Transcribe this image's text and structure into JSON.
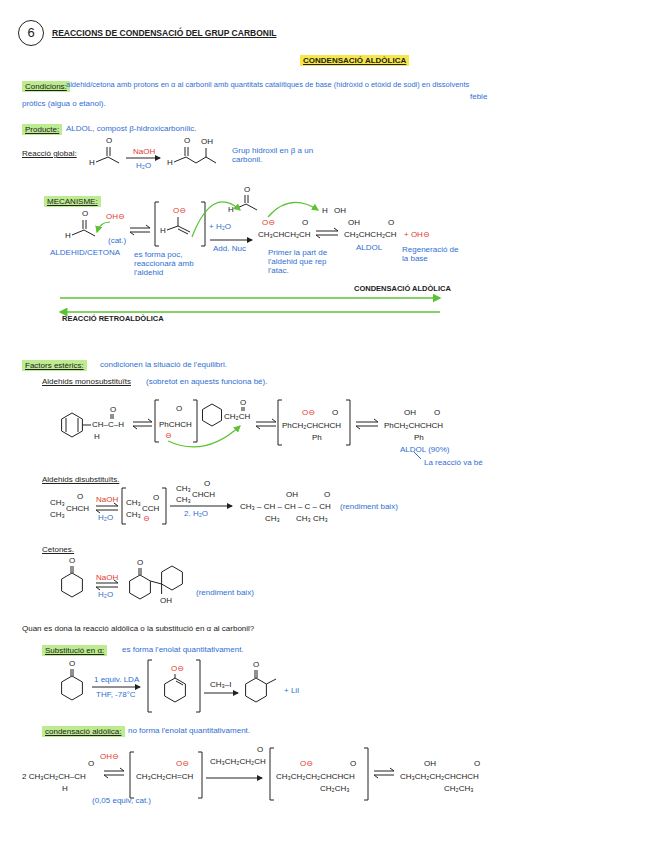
{
  "diagram": {
    "title": "REACCIONS DE CONDENSACIÓ DEL GRUP CARBONIL",
    "nodes": [
      {
        "text": [
          "6"
        ]
      },
      {
        "text": [
          "CONDENSACIÓ ALDÒLICA"
        ]
      },
      {
        "text": [
          "Condicions:"
        ]
      },
      {
        "text": [
          "Producte:"
        ]
      },
      {
        "text": [
          "MECANISME:"
        ]
      },
      {
        "text": [
          "Factors estèrics:"
        ]
      },
      {
        "text": [
          "Substitució en α:"
        ]
      },
      {
        "text": [
          "condensació aldòlica:"
        ]
      }
    ],
    "labels": [
      "aldehid/cetona amb protons en α al carbonil amb quantitats catalítiques de base (hidròxid o etòxid de sodi) en dissolvents",
      "feble",
      "pròtics (aigua o etanol).",
      "ALDOL, compost β-hidroxicarbonílic.",
      "Reacció global:",
      "H",
      "O",
      "NaOH",
      "H₂O",
      "H",
      "O",
      "OH",
      "Grup hidroxil en β a un carbonil.",
      "H",
      "O",
      "OH⊖",
      "(cat.)",
      "ALDEHID/CETONA",
      "H",
      "O⊖",
      "+ H₂O",
      "es forma poc, reaccionarà amb l'aldehid",
      "H",
      "O",
      "Add. Nuc",
      "O⊖",
      "O",
      "CH₃CHCH₂CH",
      "H",
      "OH",
      "OH",
      "O",
      "CH₃CHCH₂CH",
      "ALDOL",
      "+ OH⊖",
      "Regeneració de la base",
      "Primer la part de l'aldehid que rep l'atac.",
      "CONDENSACIÓ ALDÒLICA",
      "REACCIÓ RETROALDÒLICA",
      "condicionen la situació de l'equilibri.",
      "Aldehids monosubstituïts",
      "(sobretot en aquests funciona bé).",
      "CH–C–H",
      "O",
      "H",
      "PhCHCH",
      "O",
      "⊖",
      "CH₂CH",
      "O",
      "PhCH₂CHCHCH",
      "O⊖",
      "O",
      "Ph",
      "PhCH₂CHCHCH",
      "OH",
      "O",
      "Ph",
      "ALDOL (90%)",
      "La reacció va bé",
      "Aldehids disubstituïts.",
      "CH₃",
      "CH₃",
      "CHCH",
      "O",
      "NaOH",
      "H₂O",
      "CH₃",
      "CH₃",
      "CCH",
      "⊖",
      "O",
      "CH₃",
      "CH₃",
      "CHCH",
      "O",
      "2. H₂O",
      "CH₃ – CH – CH – C – CH",
      "OH",
      "O",
      "CH₃",
      "CH₃ CH₃",
      "(rendiment baix)",
      "Cetones.",
      "O",
      "NaOH",
      "H₂O",
      "O",
      "OH",
      "(rendiment baix)",
      "Quan es dona la reacció aldòlica o la substitució en α al carbonil?",
      "es forma l'enolat quantitativament.",
      "O",
      "1 equiv. LDA",
      "THF, -78°C",
      "O⊖",
      "CH₃–I",
      "O",
      "+ LiI",
      "no forma l'enolat quantitativament.",
      "2 CH₃CH₂CH–CH",
      "O",
      "OH⊖",
      "H",
      "(0,05 equiv, cat.)",
      "CH₃CH₂CH=CH",
      "O⊖",
      "CH₃CH₂CH₂CH",
      "O",
      "CH₃CH₂CH₂CHCHCH",
      "O⊖",
      "O",
      "CH₂CH₃",
      "CH₃CH₂CH₂CHCHCH",
      "OH",
      "O",
      "CH₂CH₃"
    ]
  }
}
